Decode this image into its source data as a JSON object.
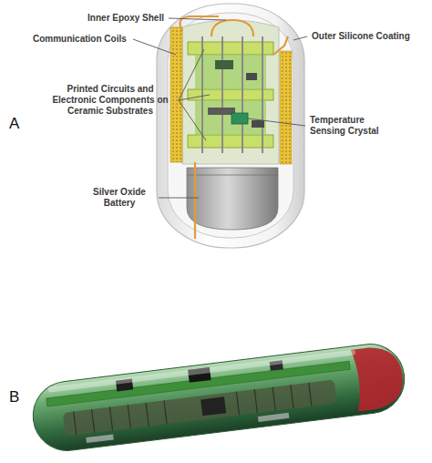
{
  "diagram": {
    "labels": [
      "Inner Epoxy Shell",
      "Outer Silicone Coating",
      "Communication Coils",
      "Printed Circuits and Electronic Components on Ceramic Substrates",
      "Temperature Sensing Crystal",
      "Silver Oxide Battery",
      "A",
      "B"
    ]
  }
}
